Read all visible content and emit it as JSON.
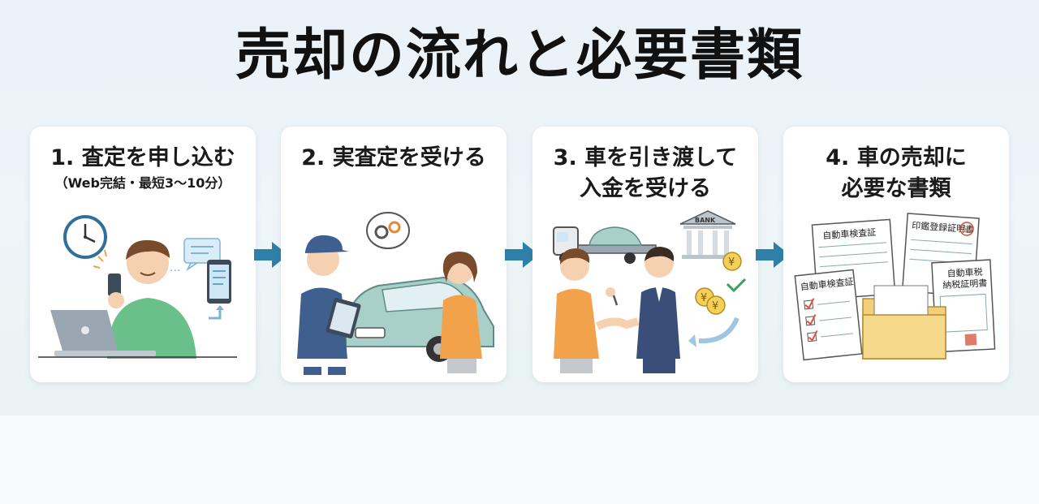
{
  "title": "売却の流れと必要書類",
  "steps": [
    {
      "line1": "1. 査定を申し込む",
      "sub": "（Web完結・最短3〜10分）"
    },
    {
      "line1": "2. 実査定を受ける"
    },
    {
      "line1": "3. 車を引き渡して",
      "line2": "入金を受ける"
    },
    {
      "line1": "4. 車の売却に",
      "line2": "必要な書類"
    }
  ],
  "illustration_text": {
    "bank": "BANK",
    "yen": "¥",
    "dots": "...",
    "doc_shaken": "自動車検査証",
    "doc_inkan": "印鑑登録証明書",
    "doc_tax_1": "自動車税",
    "doc_tax_2": "納税証明書",
    "doc_shaken_small": "自動車検査証",
    "seal": "証"
  },
  "colors": {
    "arrow": "#2f7fa8",
    "sweater_green": "#69c089",
    "uniform_blue": "#3f5f8f",
    "car_teal": "#a9cfc9",
    "orange": "#f2a24a",
    "suit_navy": "#3a4e7a",
    "folder": "#f4cf7a"
  }
}
